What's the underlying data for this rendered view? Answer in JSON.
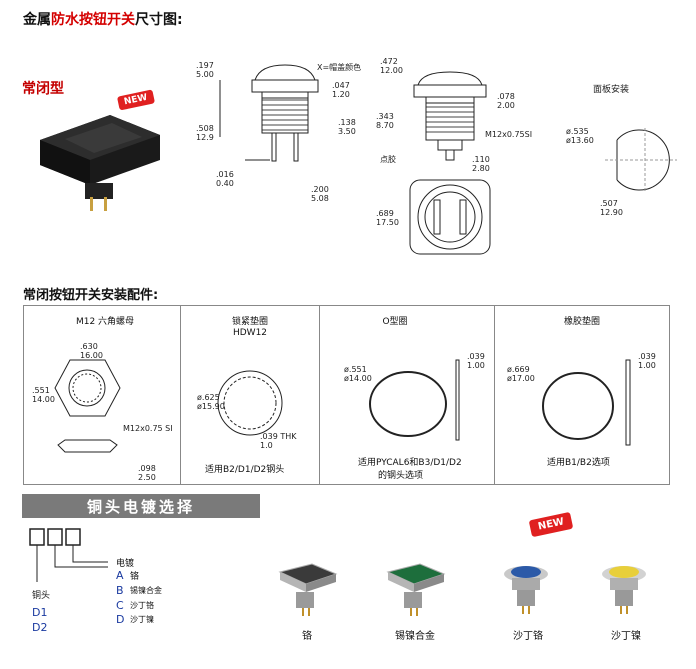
{
  "header": {
    "title_black_1": "金属",
    "title_red": "防水按钮开关",
    "title_black_2": "尺寸图:"
  },
  "product": {
    "type_label": "常闭型",
    "new_badge": "NEW"
  },
  "drawing1": {
    "d197": ".197",
    "d500": "5.00",
    "cap_note": "X=帽盖颜色",
    "d047": ".047",
    "d120": "1.20",
    "d508": ".508",
    "d129": "12.9",
    "d138": ".138",
    "d350": "3.50",
    "d016": ".016",
    "d040": "0.40",
    "d200": ".200",
    "d508b": "5.08"
  },
  "drawing2": {
    "d472": ".472",
    "d1200": "12.00",
    "d078": ".078",
    "d200": "2.00",
    "d343": ".343",
    "d870": "8.70",
    "thread": "M12x0.75SI",
    "dot_note": "点胶",
    "d110": ".110",
    "d280": "2.80",
    "d689": ".689",
    "d1750": "17.50"
  },
  "panel": {
    "label": "面板安装",
    "d535": "ø.535",
    "d1360": "ø13.60",
    "d507": ".507",
    "d1290": "12.90"
  },
  "accessories": {
    "title": "常闭按钮开关安装配件:",
    "nut": {
      "name": "M12 六角螺母",
      "d630": ".630",
      "d1600": "16.00",
      "d551": ".551",
      "d1400": "14.00",
      "thread": "M12x0.75 SI",
      "d098": ".098",
      "d250": "2.50"
    },
    "washer": {
      "name": "锁紧垫圈",
      "model": "HDW12",
      "d625": "ø.625",
      "d1590": "ø15.90",
      "d039": ".039 THK",
      "d10": "1.0",
      "note": "适用B2/D1/D2钢头"
    },
    "oring": {
      "name": "O型圈",
      "d551": "ø.551",
      "d1400": "ø14.00",
      "d039": ".039",
      "d100": "1.00",
      "note1": "适用PYCAL6和B3/D1/D2",
      "note2": "的钢头选项"
    },
    "rubber": {
      "name": "橡胶垫圈",
      "d669": "ø.669",
      "d1700": "ø17.00",
      "d039": ".039",
      "d100": "1.00",
      "note": "适用B1/B2选项"
    }
  },
  "plating": {
    "banner": "铜头电镀选择",
    "label_plating": "电镀",
    "label_head": "铜头",
    "opt_a": "A",
    "opt_a_txt": "铬",
    "opt_b": "B",
    "opt_b_txt": "锡镍合金",
    "opt_c": "C",
    "opt_c_txt": "沙丁铬",
    "opt_d": "D",
    "opt_d_txt": "沙丁镍",
    "head_d1": "D1",
    "head_d2": "D2",
    "new_badge": "NEW",
    "products": [
      {
        "label": "铬",
        "cap": "#3a3a3a"
      },
      {
        "label": "锡镍合金",
        "cap": "#1d6e3c"
      },
      {
        "label": "沙丁铬",
        "cap": "#2c5aa8"
      },
      {
        "label": "沙丁镍",
        "cap": "#e8cf3a"
      }
    ]
  }
}
